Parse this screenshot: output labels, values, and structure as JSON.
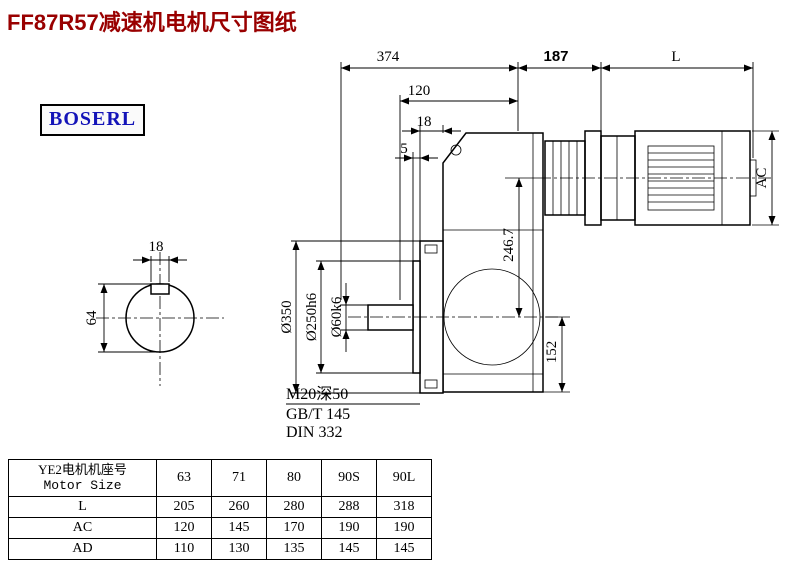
{
  "title": "FF87R57减速机电机尺寸图纸",
  "logo": {
    "text": "BOSERL"
  },
  "drawing": {
    "top_dims": {
      "d374": "374",
      "d187": "187",
      "dL": "L",
      "d120": "120",
      "d18": "18",
      "d5": "5"
    },
    "left_dims": {
      "d350": "Ø350",
      "d250": "Ø250h6",
      "d60": "Ø60k6"
    },
    "vertical_dims": {
      "d246": "246.7",
      "d152": "152",
      "dAC": "AC"
    },
    "shaft_view": {
      "key_width": "18",
      "shaft_height": "64"
    },
    "notes": {
      "m20": "M20深50",
      "gbt": "GB/T 145",
      "din": "DIN 332"
    }
  },
  "table": {
    "header_cn": "YE2电机机座号",
    "header_en": "Motor Size",
    "columns": [
      "63",
      "71",
      "80",
      "90S",
      "90L"
    ],
    "rows": [
      {
        "label": "L",
        "values": [
          "205",
          "260",
          "280",
          "288",
          "318"
        ]
      },
      {
        "label": "AC",
        "values": [
          "120",
          "145",
          "170",
          "190",
          "190"
        ]
      },
      {
        "label": "AD",
        "values": [
          "110",
          "130",
          "135",
          "145",
          "145"
        ]
      }
    ]
  }
}
